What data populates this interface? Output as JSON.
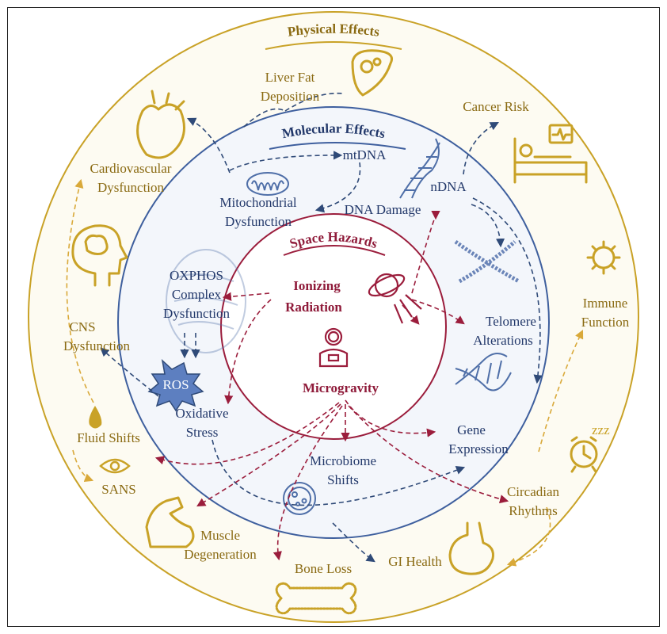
{
  "headings": {
    "physical": "Physical Effects",
    "molecular": "Molecular Effects",
    "hazards": "Space Hazards"
  },
  "hazards": {
    "radiation_line1": "Ionizing",
    "radiation_line2": "Radiation",
    "microgravity": "Microgravity"
  },
  "molecular": {
    "mtdna": "mtDNA",
    "ndna": "nDNA",
    "mito_line1": "Mitochondrial",
    "mito_line2": "Dysfunction",
    "dna_damage": "DNA Damage",
    "oxphos_line1": "OXPHOS",
    "oxphos_line2": "Complex",
    "oxphos_line3": "Dysfunction",
    "ros": "ROS",
    "oxidative_line1": "Oxidative",
    "oxidative_line2": "Stress",
    "telomere_line1": "Telomere",
    "telomere_line2": "Alterations",
    "microbiome_line1": "Microbiome",
    "microbiome_line2": "Shifts",
    "gene_line1": "Gene",
    "gene_line2": "Expression"
  },
  "physical": {
    "liver_line1": "Liver Fat",
    "liver_line2": "Deposition",
    "cancer": "Cancer Risk",
    "cardio_line1": "Cardiovascular",
    "cardio_line2": "Dysfunction",
    "cns_line1": "CNS",
    "cns_line2": "Dysfunction",
    "immune_line1": "Immune",
    "immune_line2": "Function",
    "fluid": "Fluid Shifts",
    "sans": "SANS",
    "circadian_line1": "Circadian",
    "circadian_line2": "Rhythms",
    "muscle_line1": "Muscle",
    "muscle_line2": "Degeneration",
    "bone": "Bone Loss",
    "gi": "GI Health"
  },
  "colors": {
    "physical": "#c9a227",
    "molecular": "#3e5f9e",
    "hazard": "#9b1d3c",
    "physical_fill": "#fdfbf2",
    "molecular_fill": "#f3f6fb"
  }
}
